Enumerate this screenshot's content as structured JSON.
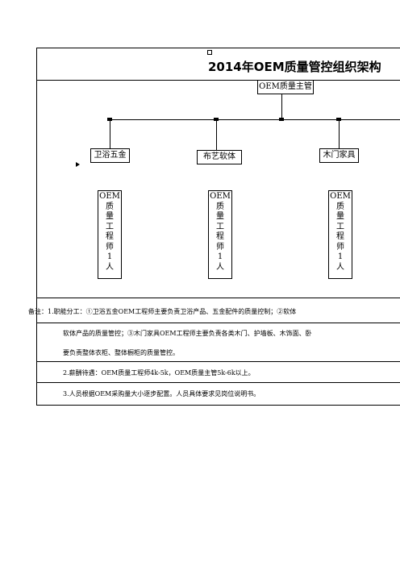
{
  "title": "2014年OEM质量管控组织架构",
  "head": "OEM质量主管",
  "departments": [
    {
      "name": "卫浴五金",
      "engineer": [
        "OEM",
        "质",
        "量",
        "工",
        "程",
        "师",
        "1",
        "人"
      ]
    },
    {
      "name": "布艺软体",
      "engineer": [
        "OEM",
        "质",
        "量",
        "工",
        "程",
        "师",
        "1",
        "人"
      ]
    },
    {
      "name": "木门家具",
      "engineer": [
        "OEM",
        "质",
        "量",
        "工",
        "程",
        "师",
        "1",
        "人"
      ]
    }
  ],
  "notes": {
    "line1": "备注：1.职能分工：①卫浴五金OEM工程师主要负责卫浴产品、五金配件的质量控制；②软体",
    "line2": "软体产品的质量管控；③木门家具OEM工程师主要负责各类木门、护墙板、木饰面、卧",
    "line3": "要负责整体衣柜、整体橱柜的质量管控。",
    "line4": "2.薪酬待遇：OEM质量工程师4k-5k，OEM质量主管5k-6k以上。",
    "line5": "3.人员根据OEM采购量大小逐步配置。人员具体要求见岗位说明书。"
  },
  "icons": {
    "top_marker": "small-square-icon",
    "pointer": "triangle-pointer-icon"
  }
}
